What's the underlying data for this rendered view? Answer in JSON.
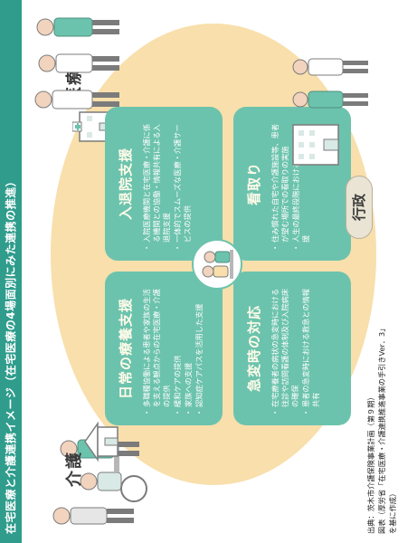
{
  "title": "在宅医療と介護連携イメージ（在宅医療の4場面別にみた連携の推進）",
  "labels": {
    "care": "介護",
    "medical": "医療",
    "government": "行政"
  },
  "panels": {
    "daily": {
      "heading": "日常の療養支援",
      "items": [
        "多職種協働による患者や家族の生活を支える観点からの在宅医療・介護の提供",
        "緩和ケアの提供",
        "家族への支援",
        "認知症ケアパスを活用した支援"
      ]
    },
    "discharge": {
      "heading": "入退院支援",
      "items": [
        "入院医療機関と在宅医療・介護に係る機関との協働・情報共有による入退院支援",
        "一体的でスムーズな医療・介護サービスの提供"
      ]
    },
    "emergency": {
      "heading": "急変時の対応",
      "items": [
        "在宅療養者の病状の急変時における往診や訪問看護の体制及び入院病床の確保",
        "患者の急変時における救急との情報共有"
      ]
    },
    "endoflife": {
      "heading": "看取り",
      "items": [
        "住み慣れた自宅や介護施設等、患者が望む場所での看取りの実施",
        "人生の最終段階における意思決定支援"
      ]
    }
  },
  "caption": [
    "出典：茨木市介護保険事業計画（第９期）",
    "図表（厚労省「在宅医療・介護連携推進事業の手引きVer．3」",
    "を基に作成）"
  ],
  "colors": {
    "title_bar": "#2f9c8c",
    "panel": "#6cc3ad",
    "ellipse": "#f8dfab"
  }
}
